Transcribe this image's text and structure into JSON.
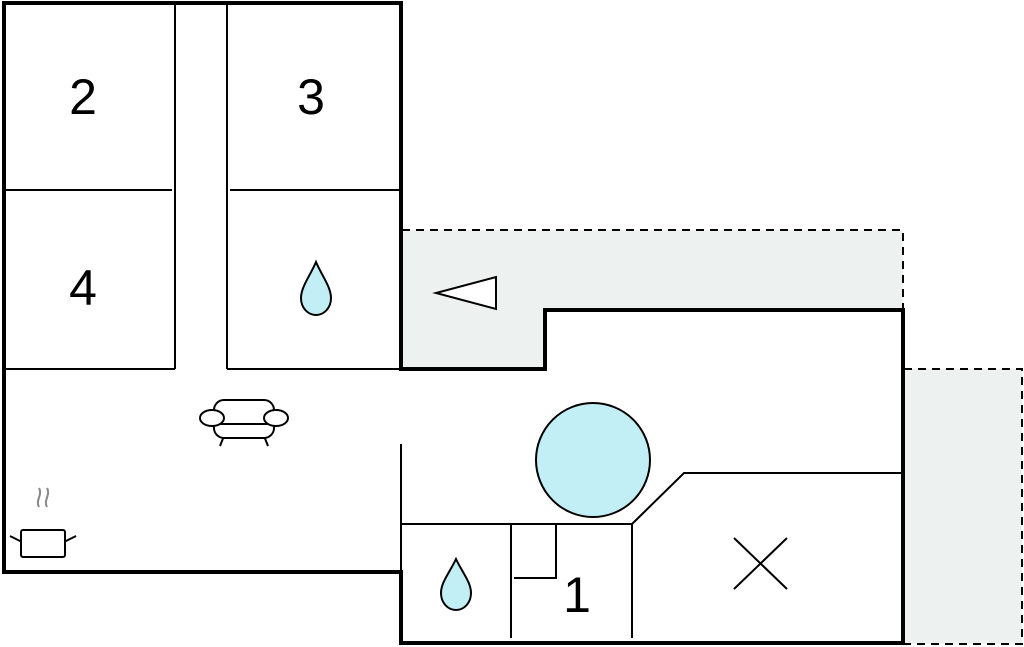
{
  "rooms": {
    "bedroom_top_left": "2",
    "bedroom_top_right": "3",
    "bedroom_mid_left": "4",
    "bedroom_bottom": "1"
  },
  "colors": {
    "wall": "#000000",
    "outdoor_area": "#edf1f0",
    "water": "#c2eef5"
  },
  "icons": [
    "bathroom-water-drop-icon",
    "sofa-icon",
    "cooking-pot-icon",
    "pool-icon",
    "terrace-arrow-icon",
    "cross-mark-icon"
  ]
}
